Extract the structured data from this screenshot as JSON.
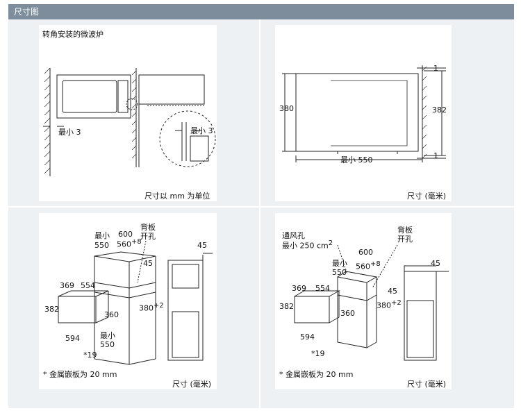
{
  "header": {
    "title": "尺寸图"
  },
  "panel1": {
    "title": "转角安装的微波炉",
    "dim_min_left": "最小 3",
    "dim_min_right": "最小 3",
    "units_note": "尺寸以 mm 为单位"
  },
  "panel2": {
    "height_left": "380",
    "height_right": "382",
    "gap_top": "1",
    "gap_bottom": "1",
    "depth": "最小 550",
    "units_note": "尺寸 (毫米)"
  },
  "panel3": {
    "back_cutout": "背板\n开孔",
    "min_label": "最小",
    "w600": "600",
    "w550": "550",
    "w560": "560",
    "w560_sup": "+8",
    "d45_side": "45",
    "d45_top": "45",
    "d369": "369",
    "d554": "554",
    "d382": "382",
    "d380": "380",
    "d380_sup": "+2",
    "d360": "360",
    "d594": "594",
    "min550": "最小\n550",
    "d19": "*19",
    "footnote": "* 金属嵌板为 20 mm",
    "units_note": "尺寸 (毫米)"
  },
  "panel4": {
    "vent": "通风孔",
    "vent_area": "最小 250 cm",
    "vent_sup": "2",
    "back_cutout": "背板\n开孔",
    "w600": "600",
    "min550": "最小\n550",
    "w560": "560",
    "w560_sup": "+8",
    "d45_side": "45",
    "d45_top": "45",
    "d369": "369",
    "d554": "554",
    "d382": "382",
    "d380": "380",
    "d380_sup": "+2",
    "d360": "360",
    "d594": "594",
    "d19": "*19",
    "footnote": "* 金属嵌板为 20 mm",
    "units_note": "尺寸 (毫米)"
  }
}
